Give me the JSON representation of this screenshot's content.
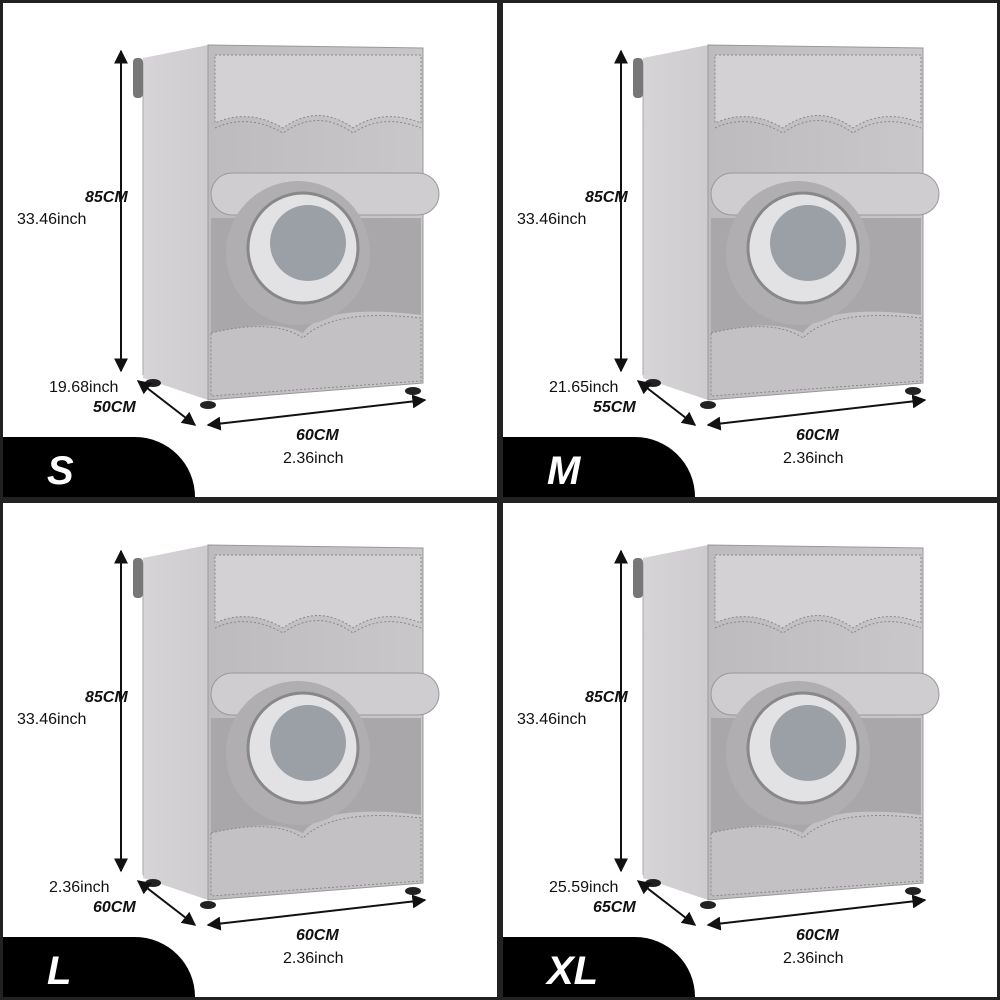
{
  "panels": [
    {
      "size": "S",
      "height_cm": "85CM",
      "height_inch": "33.46inch",
      "depth_cm": "50CM",
      "depth_inch": "19.68inch",
      "width_cm": "60CM",
      "width_inch": "2.36inch"
    },
    {
      "size": "M",
      "height_cm": "85CM",
      "height_inch": "33.46inch",
      "depth_cm": "55CM",
      "depth_inch": "21.65inch",
      "width_cm": "60CM",
      "width_inch": "2.36inch"
    },
    {
      "size": "L",
      "height_cm": "85CM",
      "height_inch": "33.46inch",
      "depth_cm": "60CM",
      "depth_inch": "2.36inch",
      "width_cm": "60CM",
      "width_inch": "2.36inch"
    },
    {
      "size": "XL",
      "height_cm": "85CM",
      "height_inch": "33.46inch",
      "depth_cm": "65CM",
      "depth_inch": "25.59inch",
      "width_cm": "60CM",
      "width_inch": "2.36inch"
    }
  ],
  "colors": {
    "cover": "#c9c7c9",
    "cover_dark": "#a9a7aa",
    "tab": "#000000",
    "border": "#222222"
  }
}
